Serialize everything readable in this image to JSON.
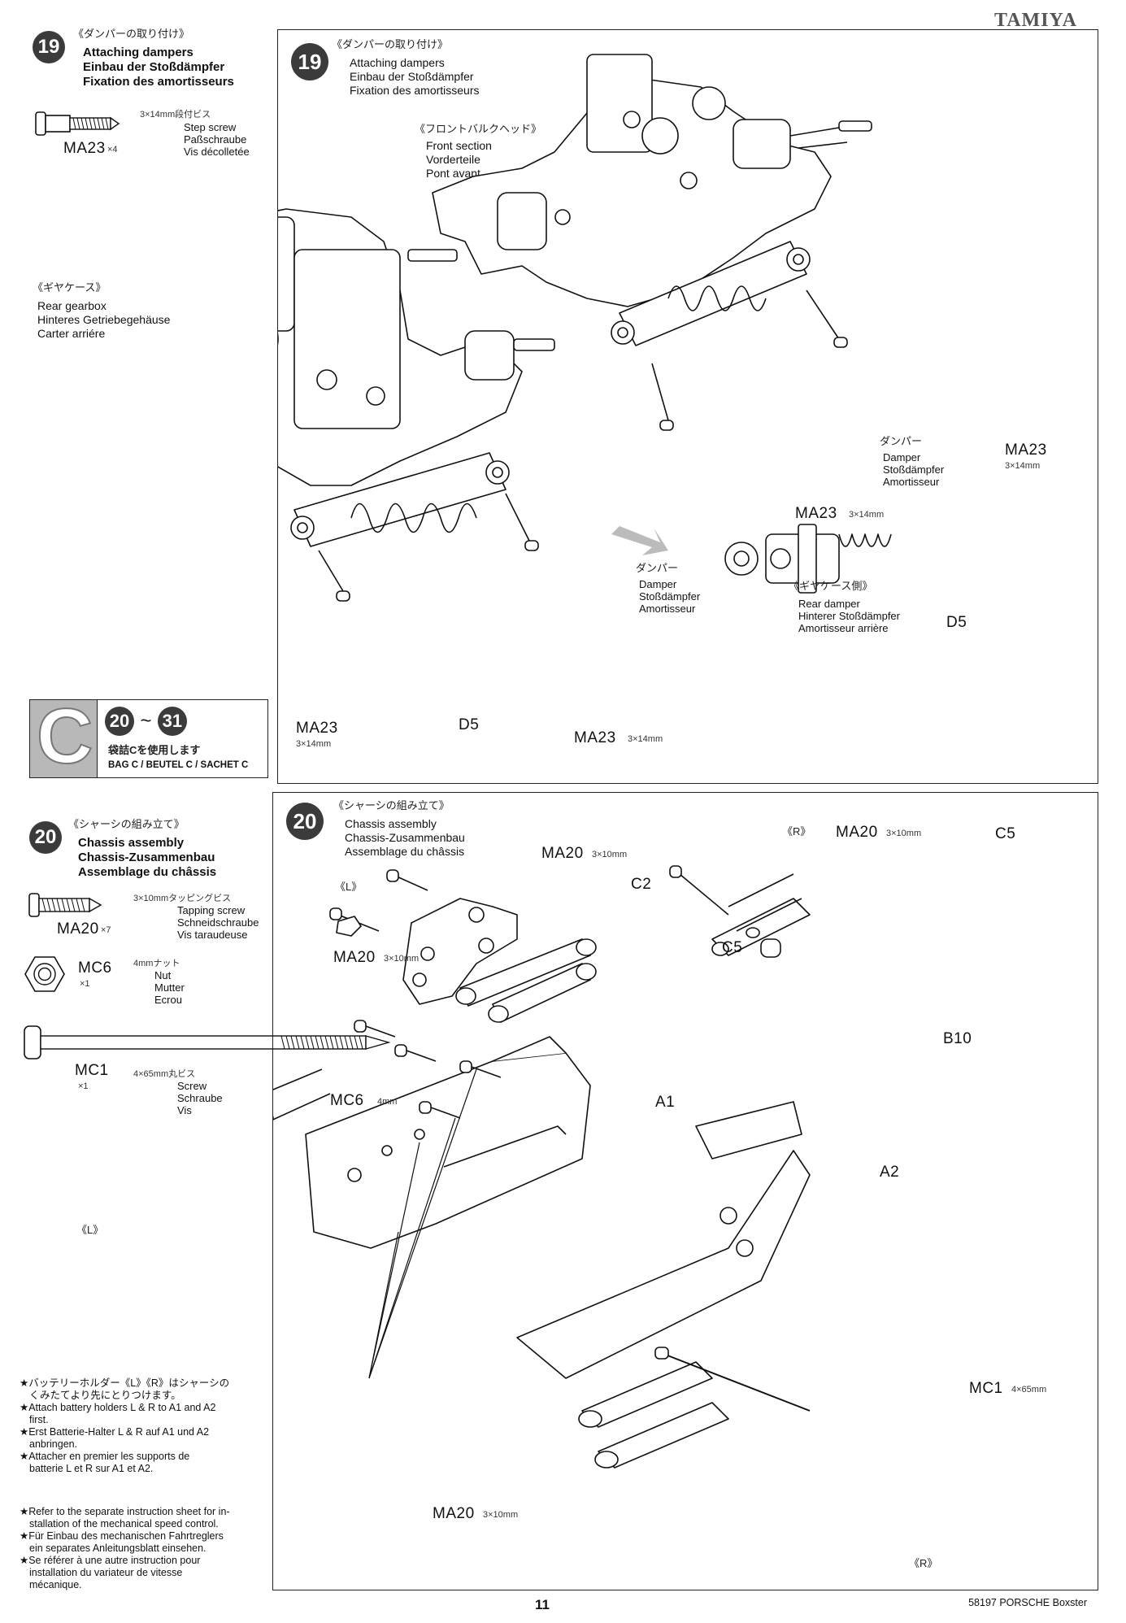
{
  "header": {
    "brand": "TAMIYA"
  },
  "step19": {
    "number": "19",
    "jp": "《ダンパーの取り付け》",
    "en": "Attaching dampers",
    "de": "Einbau der Stoßdämpfer",
    "fr": "Fixation des amortisseurs",
    "parts": [
      {
        "code": "MA23",
        "qty": "×4",
        "size_jp": "3×14mm段付ビス",
        "en": "Step screw",
        "de": "Paßschraube",
        "fr": "Vis décolletée"
      }
    ],
    "rear_gearbox": {
      "jp": "《ギヤケース》",
      "en": "Rear gearbox",
      "de": "Hinteres Getriebegehäuse",
      "fr": "Carter arriére"
    },
    "front_section": {
      "jp": "《フロントバルクヘッド》",
      "en": "Front section",
      "de": "Vorderteile",
      "fr": "Pont avant"
    },
    "damper_label": {
      "jp": "ダンパー",
      "en": "Damper",
      "de": "Stoßdämpfer",
      "fr": "Amortisseur"
    },
    "rear_damper": {
      "jp": "《ギヤケース側》",
      "en": "Rear damper",
      "de": "Hinterer Stoßdämpfer",
      "fr": "Amortisseur arrière"
    },
    "callouts": {
      "ma23": "MA23",
      "size": "3×14mm",
      "d5": "D5"
    }
  },
  "bag": {
    "letter": "C",
    "range_from": "20",
    "range_sep": "~",
    "range_to": "31",
    "jp": "袋詰Cを使用します",
    "label": "BAG C / BEUTEL C / SACHET C"
  },
  "step20": {
    "number": "20",
    "jp": "《シャーシの組み立て》",
    "en": "Chassis assembly",
    "de": "Chassis-Zusammenbau",
    "fr": "Assemblage du châssis",
    "parts": [
      {
        "code": "MA20",
        "qty": "×7",
        "size_jp": "3×10mmタッピングビス",
        "en": "Tapping screw",
        "de": "Schneidschraube",
        "fr": "Vis taraudeuse"
      },
      {
        "code": "MC6",
        "qty": "×1",
        "size_jp": "4mmナット",
        "en": "Nut",
        "de": "Mutter",
        "fr": "Ecrou"
      },
      {
        "code": "MC1",
        "qty": "×1",
        "size_jp": "4×65mm丸ビス",
        "en": "Screw",
        "de": "Schraube",
        "fr": "Vis"
      }
    ],
    "callouts": {
      "L": "《L》",
      "R": "《R》",
      "ma20": "MA20",
      "ma20_size": "3×10mm",
      "c2": "C2",
      "c5": "C5",
      "b10": "B10",
      "mc6": "MC6",
      "mc6_size": "4mm",
      "a1": "A1",
      "a2": "A2",
      "mc1": "MC1",
      "mc1_size": "4×65mm"
    }
  },
  "notes": {
    "battery": [
      "★バッテリーホルダー《L》《R》はシャーシの",
      "くみたてより先にとりつけます。",
      "★Attach battery holders L & R to A1 and A2",
      "first.",
      "★Erst Batterie-Halter L & R auf A1 und A2",
      "anbringen.",
      "★Attacher en premier les supports de",
      "batterie L et R sur A1 et A2."
    ],
    "speed": [
      "★Refer to the separate instruction sheet for in-",
      "stallation of the mechanical speed control.",
      "★Für Einbau des mechanischen Fahrtreglers",
      "ein separates Anleitungsblatt einsehen.",
      "★Se référer à une autre instruction pour",
      "installation du variateur de vitesse",
      "mécanique."
    ]
  },
  "footer": {
    "page": "11",
    "model": "58197 PORSCHE Boxster"
  }
}
